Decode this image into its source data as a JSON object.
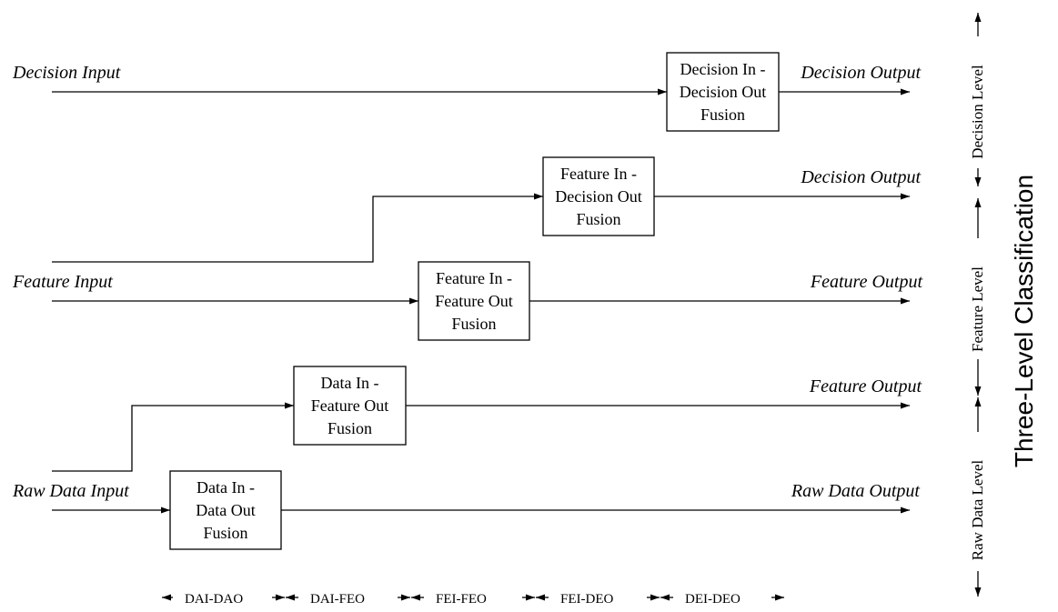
{
  "inputs": {
    "decision": "Decision Input",
    "feature": "Feature Input",
    "raw": "Raw Data Input"
  },
  "outputs": {
    "decision_1": "Decision Output",
    "decision_2": "Decision Output",
    "feature_1": "Feature Output",
    "feature_2": "Feature Output",
    "raw": "Raw Data Output"
  },
  "boxes": {
    "dei_deo": [
      "Decision In -",
      "Decision Out",
      "Fusion"
    ],
    "fei_deo": [
      "Feature In -",
      "Decision Out",
      "Fusion"
    ],
    "fei_feo": [
      "Feature In -",
      "Feature Out",
      "Fusion"
    ],
    "dai_feo": [
      "Data In -",
      "Feature Out",
      "Fusion"
    ],
    "dai_dao": [
      "Data In -",
      "Data Out",
      "Fusion"
    ]
  },
  "levels": {
    "decision": "Decision Level",
    "feature": "Feature Level",
    "raw": "Raw Data Level"
  },
  "title": "Three-Level Classification",
  "bottom_labels": [
    "DAI-DAO",
    "DAI-FEO",
    "FEI-FEO",
    "FEI-DEO",
    "DEI-DEO"
  ]
}
